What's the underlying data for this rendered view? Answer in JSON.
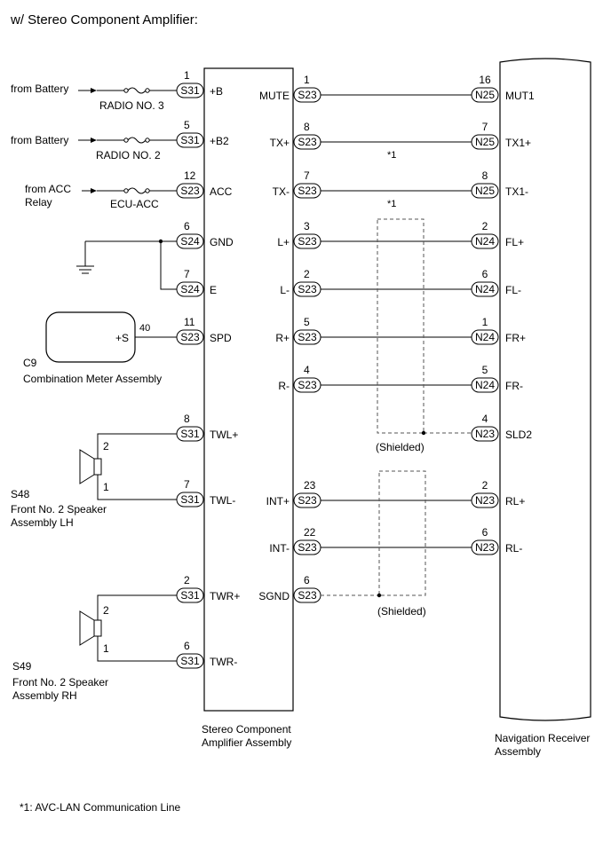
{
  "title": "w/ Stereo Component Amplifier:",
  "footnote": "*1: AVC-LAN Communication Line",
  "amplifier": {
    "name_line1": "Stereo Component",
    "name_line2": "Amplifier Assembly"
  },
  "receiver": {
    "name_line1": "Navigation Receiver",
    "name_line2": "Assembly"
  },
  "meter": {
    "code": "C9",
    "name": "Combination Meter Assembly",
    "pin_label": "+S",
    "pin_number": "40"
  },
  "speaker_lh": {
    "code": "S48",
    "name_line1": "Front No. 2 Speaker",
    "name_line2": "Assembly LH",
    "pin_top": "2",
    "pin_bottom": "1"
  },
  "speaker_rh": {
    "code": "S49",
    "name_line1": "Front No. 2 Speaker",
    "name_line2": "Assembly RH",
    "pin_top": "2",
    "pin_bottom": "1"
  },
  "power_inputs": [
    {
      "source_line1": "from Battery",
      "source_line2": "",
      "fuse": "RADIO NO. 3"
    },
    {
      "source_line1": "from Battery",
      "source_line2": "",
      "fuse": "RADIO NO. 2"
    },
    {
      "source_line1": "from ACC",
      "source_line2": "Relay",
      "fuse": "ECU-ACC"
    }
  ],
  "amp_left_pins": [
    {
      "num": "1",
      "conn": "S31",
      "label": "+B"
    },
    {
      "num": "5",
      "conn": "S31",
      "label": "+B2"
    },
    {
      "num": "12",
      "conn": "S23",
      "label": "ACC"
    },
    {
      "num": "6",
      "conn": "S24",
      "label": "GND"
    },
    {
      "num": "7",
      "conn": "S24",
      "label": "E"
    },
    {
      "num": "11",
      "conn": "S23",
      "label": "SPD"
    },
    {
      "num": "8",
      "conn": "S31",
      "label": "TWL+"
    },
    {
      "num": "7",
      "conn": "S31",
      "label": "TWL-"
    },
    {
      "num": "2",
      "conn": "S31",
      "label": "TWR+"
    },
    {
      "num": "6",
      "conn": "S31",
      "label": "TWR-"
    }
  ],
  "amp_right_pins": [
    {
      "num": "1",
      "conn": "S23",
      "label": "MUTE"
    },
    {
      "num": "8",
      "conn": "S23",
      "label": "TX+"
    },
    {
      "num": "7",
      "conn": "S23",
      "label": "TX-"
    },
    {
      "num": "3",
      "conn": "S23",
      "label": "L+"
    },
    {
      "num": "2",
      "conn": "S23",
      "label": "L-"
    },
    {
      "num": "5",
      "conn": "S23",
      "label": "R+"
    },
    {
      "num": "4",
      "conn": "S23",
      "label": "R-"
    },
    {
      "num": "23",
      "conn": "S23",
      "label": "INT+"
    },
    {
      "num": "22",
      "conn": "S23",
      "label": "INT-"
    },
    {
      "num": "6",
      "conn": "S23",
      "label": "SGND"
    }
  ],
  "nav_pins": [
    {
      "num": "16",
      "conn": "N25",
      "label": "MUT1"
    },
    {
      "num": "7",
      "conn": "N25",
      "label": "TX1+"
    },
    {
      "num": "8",
      "conn": "N25",
      "label": "TX1-"
    },
    {
      "num": "2",
      "conn": "N24",
      "label": "FL+"
    },
    {
      "num": "6",
      "conn": "N24",
      "label": "FL-"
    },
    {
      "num": "1",
      "conn": "N24",
      "label": "FR+"
    },
    {
      "num": "5",
      "conn": "N24",
      "label": "FR-"
    },
    {
      "num": "4",
      "conn": "N23",
      "label": "SLD2"
    },
    {
      "num": "2",
      "conn": "N23",
      "label": "RL+"
    },
    {
      "num": "6",
      "conn": "N23",
      "label": "RL-"
    }
  ],
  "wire_notes": [
    "*1",
    "*1"
  ],
  "shield_labels": [
    "(Shielded)",
    "(Shielded)"
  ]
}
